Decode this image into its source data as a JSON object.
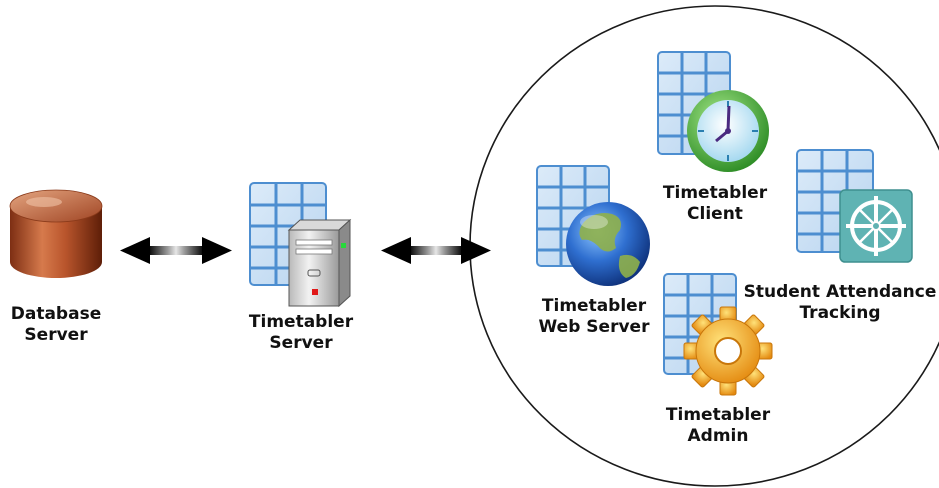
{
  "nodes": {
    "database_server": {
      "line1": "Database",
      "line2": "Server",
      "icon": "database-icon"
    },
    "timetabler_server": {
      "line1": "Timetabler",
      "line2": "Server",
      "icon": "server-tower-icon"
    },
    "web_server": {
      "line1": "Timetabler",
      "line2": "Web Server",
      "icon": "globe-icon"
    },
    "client": {
      "line1": "Timetabler",
      "line2": "Client",
      "icon": "clock-icon"
    },
    "admin": {
      "line1": "Timetabler",
      "line2": "Admin",
      "icon": "gear-icon"
    },
    "attendance": {
      "line1": "Student Attendance",
      "line2": "Tracking",
      "icon": "crosshair-icon"
    }
  },
  "connections": [
    {
      "from": "database_server",
      "to": "timetabler_server",
      "style": "double-arrow"
    },
    {
      "from": "timetabler_server",
      "to": "client-group",
      "style": "double-arrow"
    }
  ],
  "colors": {
    "database": "#b5552f",
    "grid_blue": "#9fc3e7",
    "globe": "#2f6fd0",
    "clock": "#49b53a",
    "gear": "#f0a21f",
    "attendance": "#5fb3b3"
  }
}
